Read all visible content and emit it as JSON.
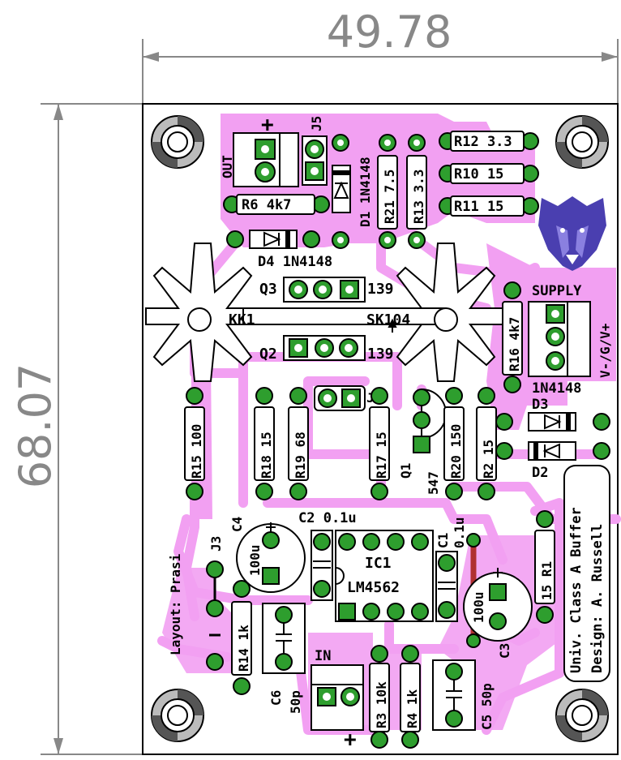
{
  "board": {
    "width_mm": "49.78",
    "height_mm": "68.07",
    "copper_color": "#f2a0f2",
    "pad_color": "#2e9e2e",
    "jumper_color": "#b03030"
  },
  "labels": {
    "out": "OUT",
    "out_plus": "+",
    "j5": "J5",
    "d1": "D1 1N4148",
    "r21": "R21 7.5",
    "r13": "R13 3.3",
    "r12": "R12 3.3",
    "r10": "R10 15",
    "r11": "R11 15",
    "r6": "R6  4k7",
    "d4": "D4  1N4148",
    "q3": "Q3",
    "q3_type": "139",
    "kk1": "KK1",
    "sk104": "SK104",
    "q2": "Q2",
    "q2_type": "139",
    "supply": "SUPPLY",
    "supply_pins": "V-/G/V+",
    "r16": "R16 4k7",
    "d3_type": "1N4148",
    "d3": "D3",
    "d2": "D2",
    "j4": "J4",
    "r15": "R15 100",
    "r18": "R18 15",
    "r19": "R19 68",
    "r17": "R17 15",
    "q1": "Q1",
    "q1_type": "547",
    "r20": "R20 150",
    "r2": "R2  15",
    "layout": "Layout: Prasi",
    "j3": "J3",
    "c4": "C4",
    "c4_val": "100u",
    "c2": "C2 0.1u",
    "c1": "C1",
    "c1_val": "0.1u",
    "ic1": "IC1",
    "ic1_type": "LM4562",
    "c3": "C3",
    "c3_val": "100u",
    "r1": "15  R1",
    "title_line1": "Univ. Class A Buffer",
    "title_line2": "Design: A. Russell",
    "r14": "R14  1k",
    "c6": "C6",
    "c6_val": "50p",
    "in": "IN",
    "in_plus": "+",
    "r3": "R3 10k",
    "r4": "R4  1k",
    "c5": "C5  50p"
  }
}
